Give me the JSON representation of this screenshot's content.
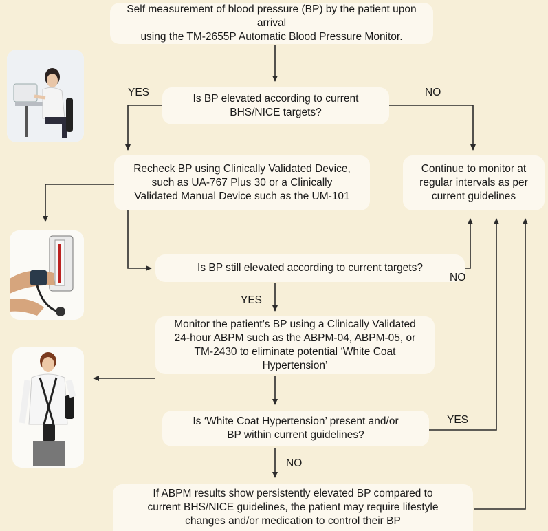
{
  "nodes": {
    "self_measure": [
      "Self measurement of blood pressure (BP) by the patient upon arrival",
      "using the TM-2655P Automatic Blood Pressure Monitor."
    ],
    "bp_elevated": [
      "Is BP elevated according to current",
      "BHS/NICE targets?"
    ],
    "recheck": [
      "Recheck BP using Clinically Validated Device,",
      "such as UA-767 Plus 30 or a Clinically",
      "Validated Manual Device such as the UM-101"
    ],
    "continue_monitor": [
      "Continue to monitor at",
      "regular intervals as per",
      "current guidelines"
    ],
    "still_elevated": [
      "Is BP still elevated according to current targets?"
    ],
    "abpm": [
      "Monitor the patient’s BP using a Clinically Validated",
      "24-hour ABPM such as the ABPM-04, ABPM-05, or",
      "TM-2430 to eliminate potential ‘White Coat Hypertension’"
    ],
    "white_coat": [
      "Is ‘White Coat Hypertension’ present and/or",
      "BP within current guidelines?"
    ],
    "final": [
      "If ABPM results show persistently elevated BP compared to",
      "current BHS/NICE guidelines, the patient may require lifestyle",
      "changes and/or medication to control their BP"
    ]
  },
  "labels": {
    "yes1": "YES",
    "no1": "NO",
    "no2": "NO",
    "yes2": "YES",
    "yes3": "YES",
    "no3": "NO"
  },
  "colors": {
    "background": "#f7efd8",
    "box": "#fcf8ee",
    "arrow": "#2b2b2b"
  }
}
